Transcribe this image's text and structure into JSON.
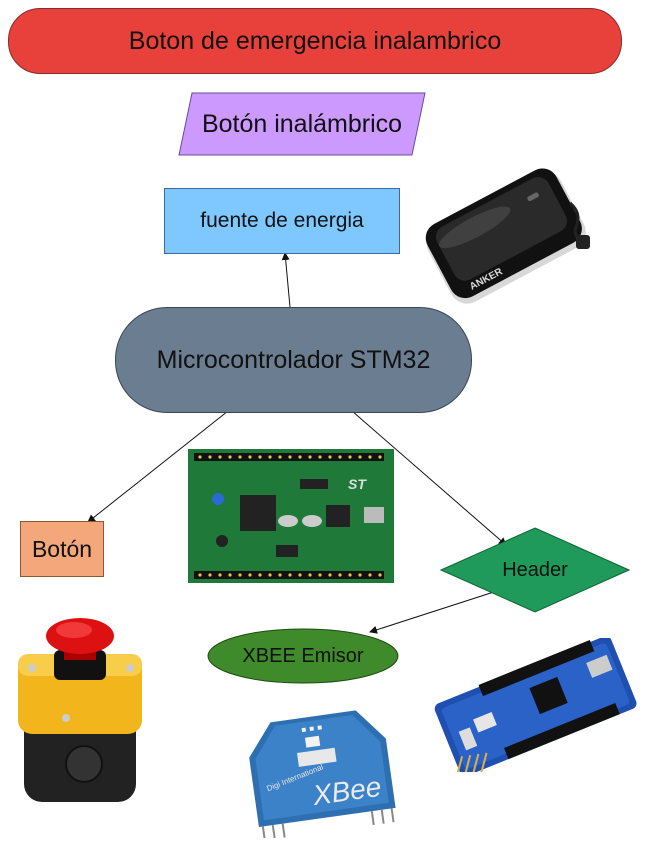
{
  "diagram": {
    "title": "Boton de emergencia inalambrico",
    "wireless_button": "Botón inalámbrico",
    "power_source": "fuente de energia",
    "microcontroller": "Microcontrolador STM32",
    "button": "Botón",
    "header": "Header",
    "xbee": "XBEE Emisor"
  },
  "colors": {
    "title_fill": "#e8413b",
    "wireless_fill": "#cc99ff",
    "power_fill": "#7ec8ff",
    "mcu_fill": "#6b7d90",
    "button_fill": "#f4a77a",
    "header_fill": "#1f9a5a",
    "xbee_fill": "#3f8a2a"
  },
  "images": {
    "power_bank": "power-bank-image",
    "board": "stm32-board-image",
    "emergency_button": "emergency-button-image",
    "xbee_module": "xbee-module-image",
    "xbee_adapter": "xbee-adapter-image"
  },
  "pictures": {
    "anker_logo": "ANKER",
    "xbee_brand": "XBee",
    "digi_text": "Digi International",
    "st_logo": "ST"
  }
}
